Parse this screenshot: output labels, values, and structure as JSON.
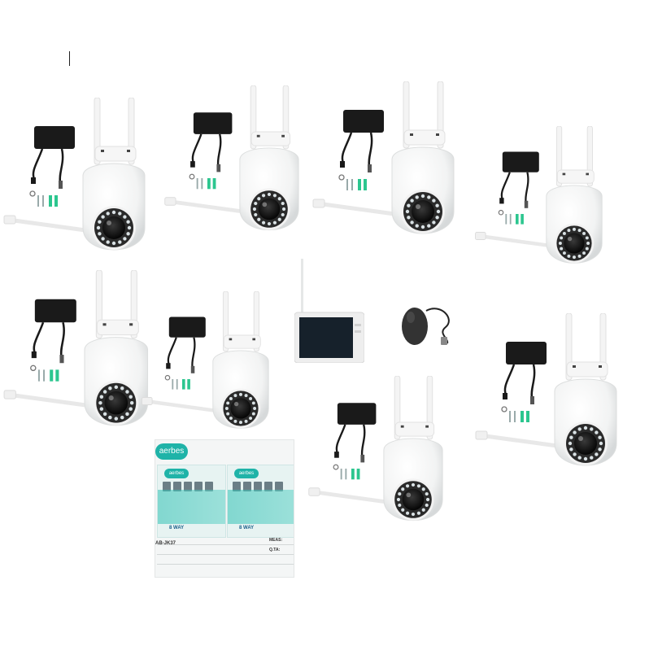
{
  "scene": {
    "description_items": {
      "cameras": 8,
      "monitor": 1,
      "mouse": 1,
      "box": 1
    }
  },
  "box": {
    "logo_text": "aerbes",
    "panel_logo": "aerbes",
    "panel_title": "8 WAY",
    "model_code": "AB-JK37",
    "meas_label": "MEAS:",
    "qty_label": "Q.TA:"
  },
  "colors": {
    "brand": "#1fb3a8",
    "camera_body": "#ffffff",
    "camera_shadow": "#d9dcdd",
    "lens_ring": "#2a2a2a",
    "lens_inner": "#0c0c0c"
  }
}
